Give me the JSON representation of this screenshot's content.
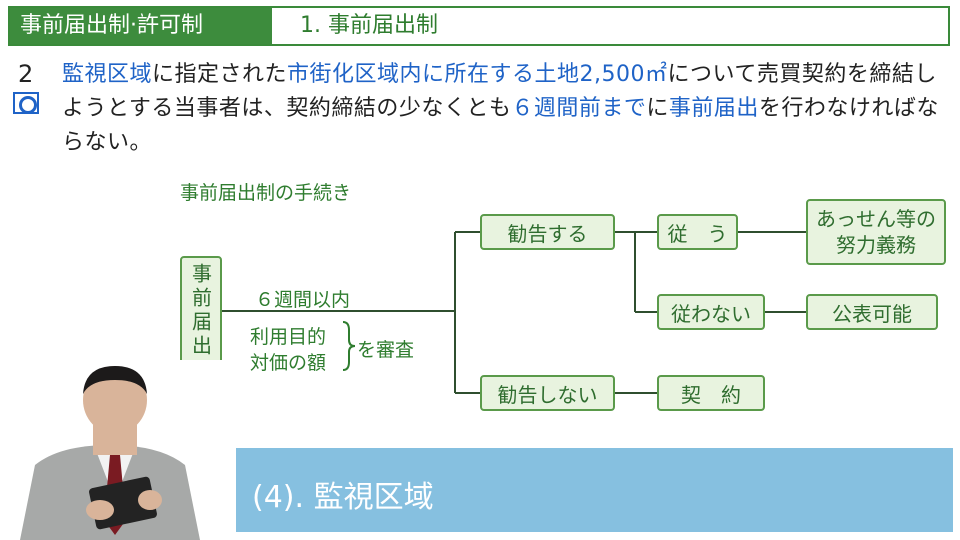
{
  "header": {
    "left_title": "事前届出制·許可制",
    "right_title": "1. 事前届出制"
  },
  "question": {
    "number": "2",
    "segments": [
      {
        "text": "監視区域",
        "blue": true
      },
      {
        "text": "に指定された",
        "blue": false
      },
      {
        "text": "市街化区域内に所在する土地2,500㎡",
        "blue": true
      },
      {
        "text": "について売買契約を締結しようとする当事者は、契約締結の少なくとも",
        "blue": false
      },
      {
        "text": "６週間前まで",
        "blue": true
      },
      {
        "text": "に",
        "blue": false
      },
      {
        "text": "事前届出",
        "blue": true
      },
      {
        "text": "を行わなければならない。",
        "blue": false
      }
    ]
  },
  "diagram": {
    "title": "事前届出制の手続き",
    "start_box": "事前届出",
    "period_label": "６週間以内",
    "review_items": [
      "利用目的",
      "対価の額"
    ],
    "review_suffix": "を審査",
    "recommend": "勧告する",
    "no_recommend": "勧告しない",
    "follow": "従　う",
    "not_follow": "従わない",
    "effort": "あっせん等の努力義務",
    "publish": "公表可能",
    "contract": "契　約"
  },
  "banner": {
    "text": "(4). 監視区域"
  },
  "colors": {
    "header_green": "#3d8c3d",
    "box_fill": "#e8f3df",
    "accent_blue": "#1f63c7",
    "banner": "#86c0e0"
  }
}
